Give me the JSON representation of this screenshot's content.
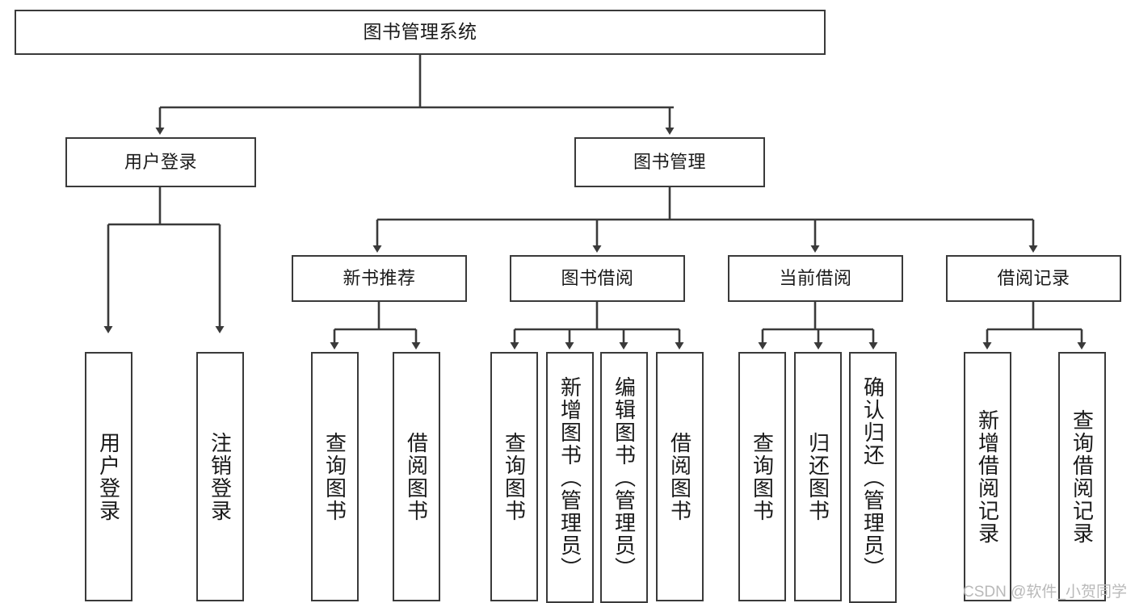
{
  "diagram": {
    "title": "图书管理系统",
    "type": "tree-hierarchy",
    "colors": {
      "box_border": "#3a3a3a",
      "box_fill": "#ffffff",
      "edge": "#3a3a3a",
      "text": "#1a1a1a",
      "watermark": "#b9b9b9",
      "background": "#ffffff"
    }
  },
  "root": {
    "label": "图书管理系统"
  },
  "level2": [
    {
      "id": "user-login",
      "label": "用户登录"
    },
    {
      "id": "book-manage",
      "label": "图书管理"
    }
  ],
  "level3": [
    {
      "id": "new-book-rec",
      "label": "新书推荐"
    },
    {
      "id": "book-borrow",
      "label": "图书借阅"
    },
    {
      "id": "current-borrow",
      "label": "当前借阅"
    },
    {
      "id": "borrow-record",
      "label": "借阅记录"
    }
  ],
  "leaves": {
    "user_login": [
      {
        "id": "leaf-user-login",
        "label": "用户登录"
      },
      {
        "id": "leaf-logout-login",
        "label": "注销登录"
      }
    ],
    "new_book_rec": [
      {
        "id": "leaf-query-book-1",
        "label": "查询图书"
      },
      {
        "id": "leaf-borrow-book-1",
        "label": "借阅图书"
      }
    ],
    "book_borrow": [
      {
        "id": "leaf-query-book-2",
        "label": "查询图书"
      },
      {
        "id": "leaf-add-book",
        "label": "新增图书（管理员）"
      },
      {
        "id": "leaf-edit-book",
        "label": "编辑图书（管理员）"
      },
      {
        "id": "leaf-borrow-book-2",
        "label": "借阅图书"
      }
    ],
    "current_borrow": [
      {
        "id": "leaf-query-book-3",
        "label": "查询图书"
      },
      {
        "id": "leaf-return-book",
        "label": "归还图书"
      },
      {
        "id": "leaf-confirm-return",
        "label": "确认归还（管理员）"
      }
    ],
    "borrow_record": [
      {
        "id": "leaf-add-record",
        "label": "新增借阅记录"
      },
      {
        "id": "leaf-query-record",
        "label": "查询借阅记录"
      }
    ]
  },
  "watermark": {
    "text": "CSDN @软件_小贺同学"
  }
}
